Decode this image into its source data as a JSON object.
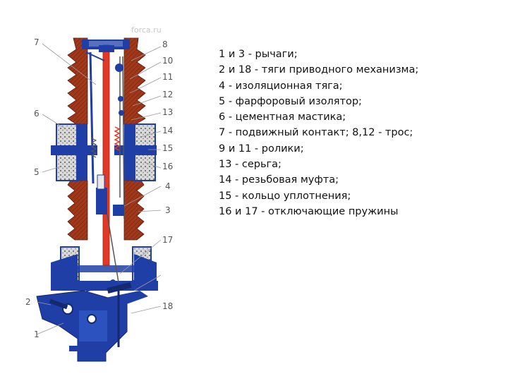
{
  "watermark": "forca.ru",
  "callouts": [
    "7",
    "8",
    "10",
    "11",
    "6",
    "12",
    "13",
    "14",
    "5",
    "15",
    "16",
    "4",
    "3",
    "17",
    "2",
    "18",
    "1"
  ],
  "legend": [
    "1 и 3  -  рычаги;",
    "2 и 18  -  тяги приводного механизма;",
    "4  -  изоляционная тяга;",
    "5  -  фарфоровый изолятор;",
    "6  -  цементная мастика;",
    "7  -  подвижный контакт; 8,12  -  трос;",
    "9 и 11  -  ролики;",
    "13  -  серьга;",
    "14  -  резьбовая муфта;",
    "15  -  кольцо уплотнения;",
    "16 и 17  -  отключающие пружины"
  ],
  "colors": {
    "porcelain": "#a0381c",
    "steel": "#1f3fa6",
    "rod": "#e03a26",
    "cement": "#9a9a9a"
  }
}
